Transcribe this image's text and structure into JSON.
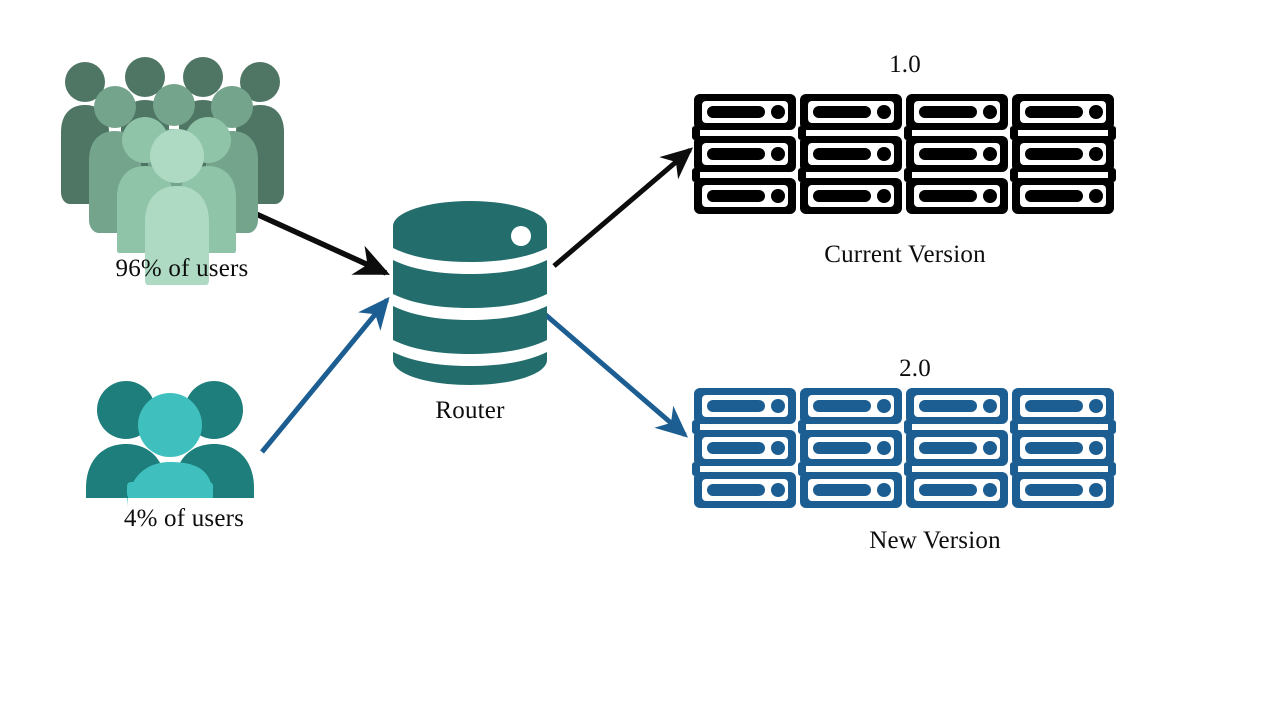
{
  "diagram": {
    "type": "canary-deployment-traffic-routing",
    "background_color": "#ffffff",
    "labels": {
      "crowd_percentage": "96% of users",
      "small_group_percentage": "4% of users",
      "router": "Router",
      "version_old": "1.0",
      "version_new": "2.0",
      "name_old": "Current Version",
      "name_new": "New Version"
    },
    "colors": {
      "text": "#0d0d0d",
      "teal_router": "#236E6D",
      "crowd_dark": "#4F7665",
      "crowd_mid": "#74A48C",
      "crowd_light": "#8FC4A8",
      "crowd_lightest": "#AEDAC3",
      "small_group_dark": "#1E7E7C",
      "small_group_light": "#3FC0BE",
      "rack_current": "#000000",
      "rack_new": "#1C5E92",
      "arrow_black": "#0d0d0d",
      "arrow_blue": "#1C5E92"
    },
    "flows": [
      {
        "from": "96% of users",
        "to": "Router",
        "color": "#0d0d0d"
      },
      {
        "from": "4% of users",
        "to": "Router",
        "color": "#1C5E92"
      },
      {
        "from": "Router",
        "to": "Current Version",
        "color": "#0d0d0d"
      },
      {
        "from": "Router",
        "to": "New Version",
        "color": "#1C5E92"
      }
    ],
    "racks": {
      "columns": 4,
      "rows": 3
    }
  }
}
